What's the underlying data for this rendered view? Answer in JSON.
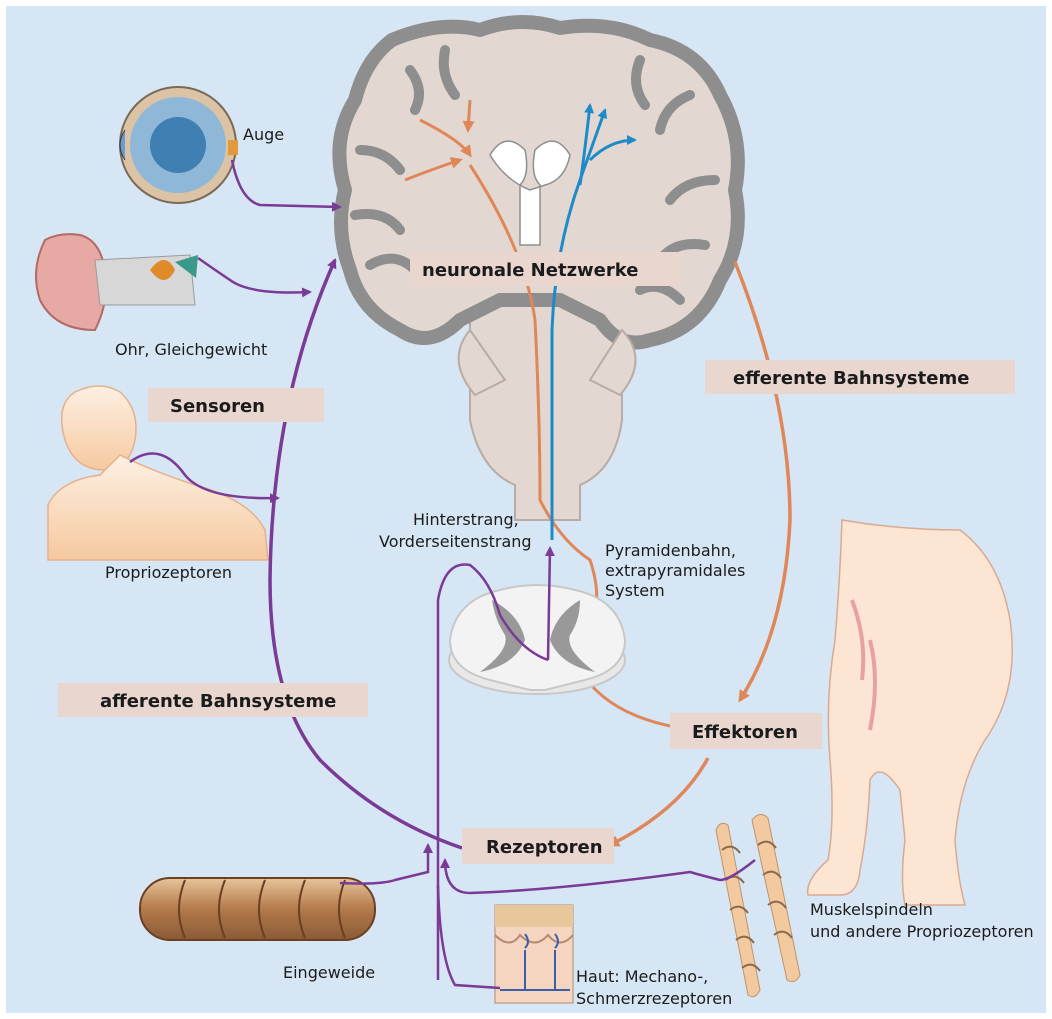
{
  "labels": {
    "auge": "Auge",
    "ohr": "Ohr, Gleichgewicht",
    "sensoren": "Sensoren",
    "propriozeptoren": "Propriozeptoren",
    "afferente": "afferente Bahnsysteme",
    "efferente": "efferente Bahnsysteme",
    "netzwerke": "neuronale Netzwerke",
    "hinterstrang_1": "Hinterstrang,",
    "hinterstrang_2": "Vorderseitenstrang",
    "pyramiden_1": "Pyramidenbahn,",
    "pyramiden_2": "extrapyramidales",
    "pyramiden_3": "System",
    "effektoren": "Effektoren",
    "rezeptoren": "Rezeptoren",
    "eingeweide": "Eingeweide",
    "haut_1": "Haut: Mechano-,",
    "haut_2": "Schmerzrezeptoren",
    "muskel_1": "Muskelspindeln",
    "muskel_2": "und andere Propriozeptoren"
  },
  "colors": {
    "background": "#d6e6f4",
    "afferent": "#7a3a95",
    "efferent": "#e0875a",
    "motor_blue": "#1f8ac9",
    "brain_fill": "#e2d8d1",
    "brain_cortex": "#9a9a9a",
    "label_box": "#e8d6cf"
  }
}
